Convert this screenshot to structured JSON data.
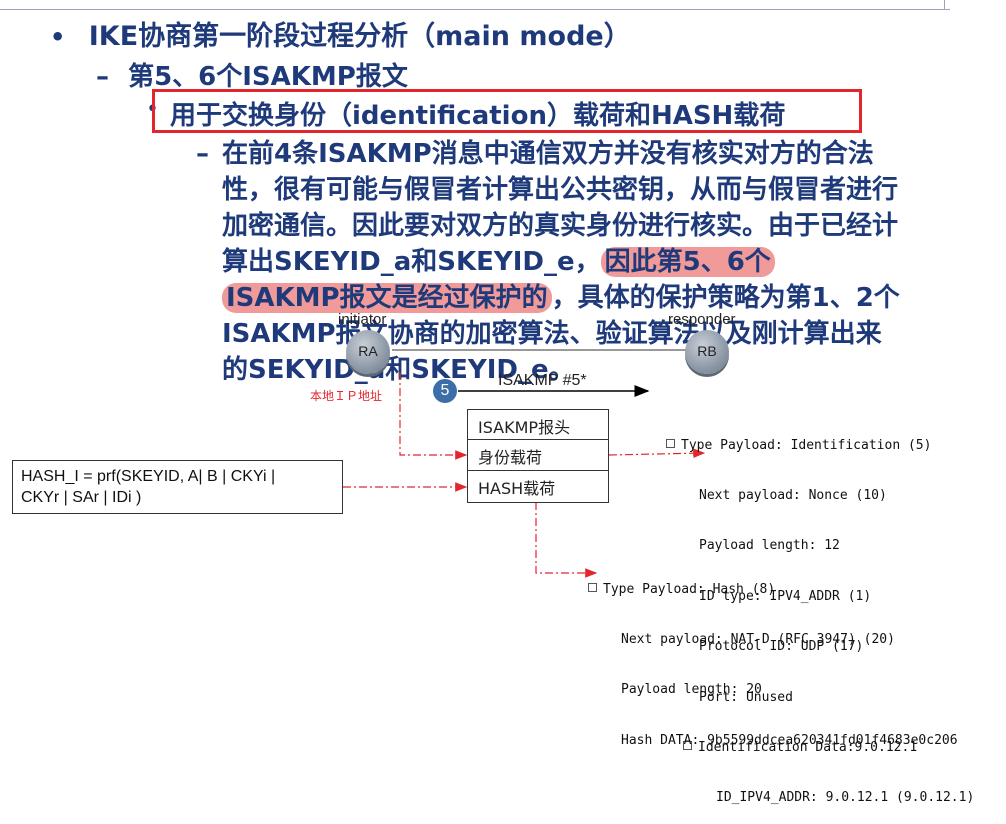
{
  "heading": {
    "bullet": "•",
    "title": "IKE协商第一阶段过程分析（main mode）"
  },
  "subheading": {
    "dash": "–",
    "text": "第5、6个ISAKMP报文"
  },
  "point": {
    "bullet": "•",
    "text": "用于交换身份（identification）载荷和HASH载荷"
  },
  "paragraph": {
    "dash": "–",
    "line1": "在前4条ISAKMP消息中通信双方并没有核实对方的合法",
    "line2": "性，很有可能与假冒者计算出公共密钥，从而与假冒者进行",
    "line3": "加密通信。因此要对双方的真实身份进行核实。由于已经计",
    "line4a": "算出SKEYID_a和SKEYID_e，",
    "line4b": "因此第5、6个",
    "line5a": "ISAKMP报文是经过保护的",
    "line5b": "，具体的保护策略为第1、2个",
    "line6": "ISAKMP报文协商的加密算法、验证算法以及刚计算出来",
    "line7": "的SEKYID_a和SKEYID_e。"
  },
  "diagram": {
    "initiator_label": "initiator",
    "initiator_name": "RA",
    "responder_label": "responder",
    "responder_name": "RB",
    "local_ip": "本地ＩＰ地址",
    "step_number": "5",
    "message_label": "ISAKMP #5*",
    "packet": {
      "header": "ISAKMP报头",
      "identity": "身份载荷",
      "hash": "HASH载荷"
    },
    "hash_formula": {
      "line1": "HASH_I = prf(SKEYID, A| B | CKYi |",
      "line2": "CKYr | SAr | IDi )"
    },
    "identification_tree": {
      "line1": "Type Payload: Identification (5)",
      "line2": "Next payload: Nonce (10)",
      "line3": "Payload length: 12",
      "line4": "ID type: IPV4_ADDR (1)",
      "line5": "Protocol ID: UDP (17)",
      "line6": "Port: Unused",
      "line7": "Identification Data:9.0.12.1",
      "line8": "ID_IPV4_ADDR: 9.0.12.1 (9.0.12.1)"
    },
    "hash_tree": {
      "line1": "Type Payload: Hash (8)",
      "line2": "Next payload: NAT-D (RFC 3947) (20)",
      "line3": "Payload length: 20",
      "line4": "Hash DATA: 9b5599ddcea620341fd01f4683e0c206"
    }
  },
  "colors": {
    "text_blue": "#1f3a7a",
    "highlight_red": "#e3262e",
    "highlight_fill": "#f09a9a",
    "step_circle": "#3c6ea8"
  }
}
